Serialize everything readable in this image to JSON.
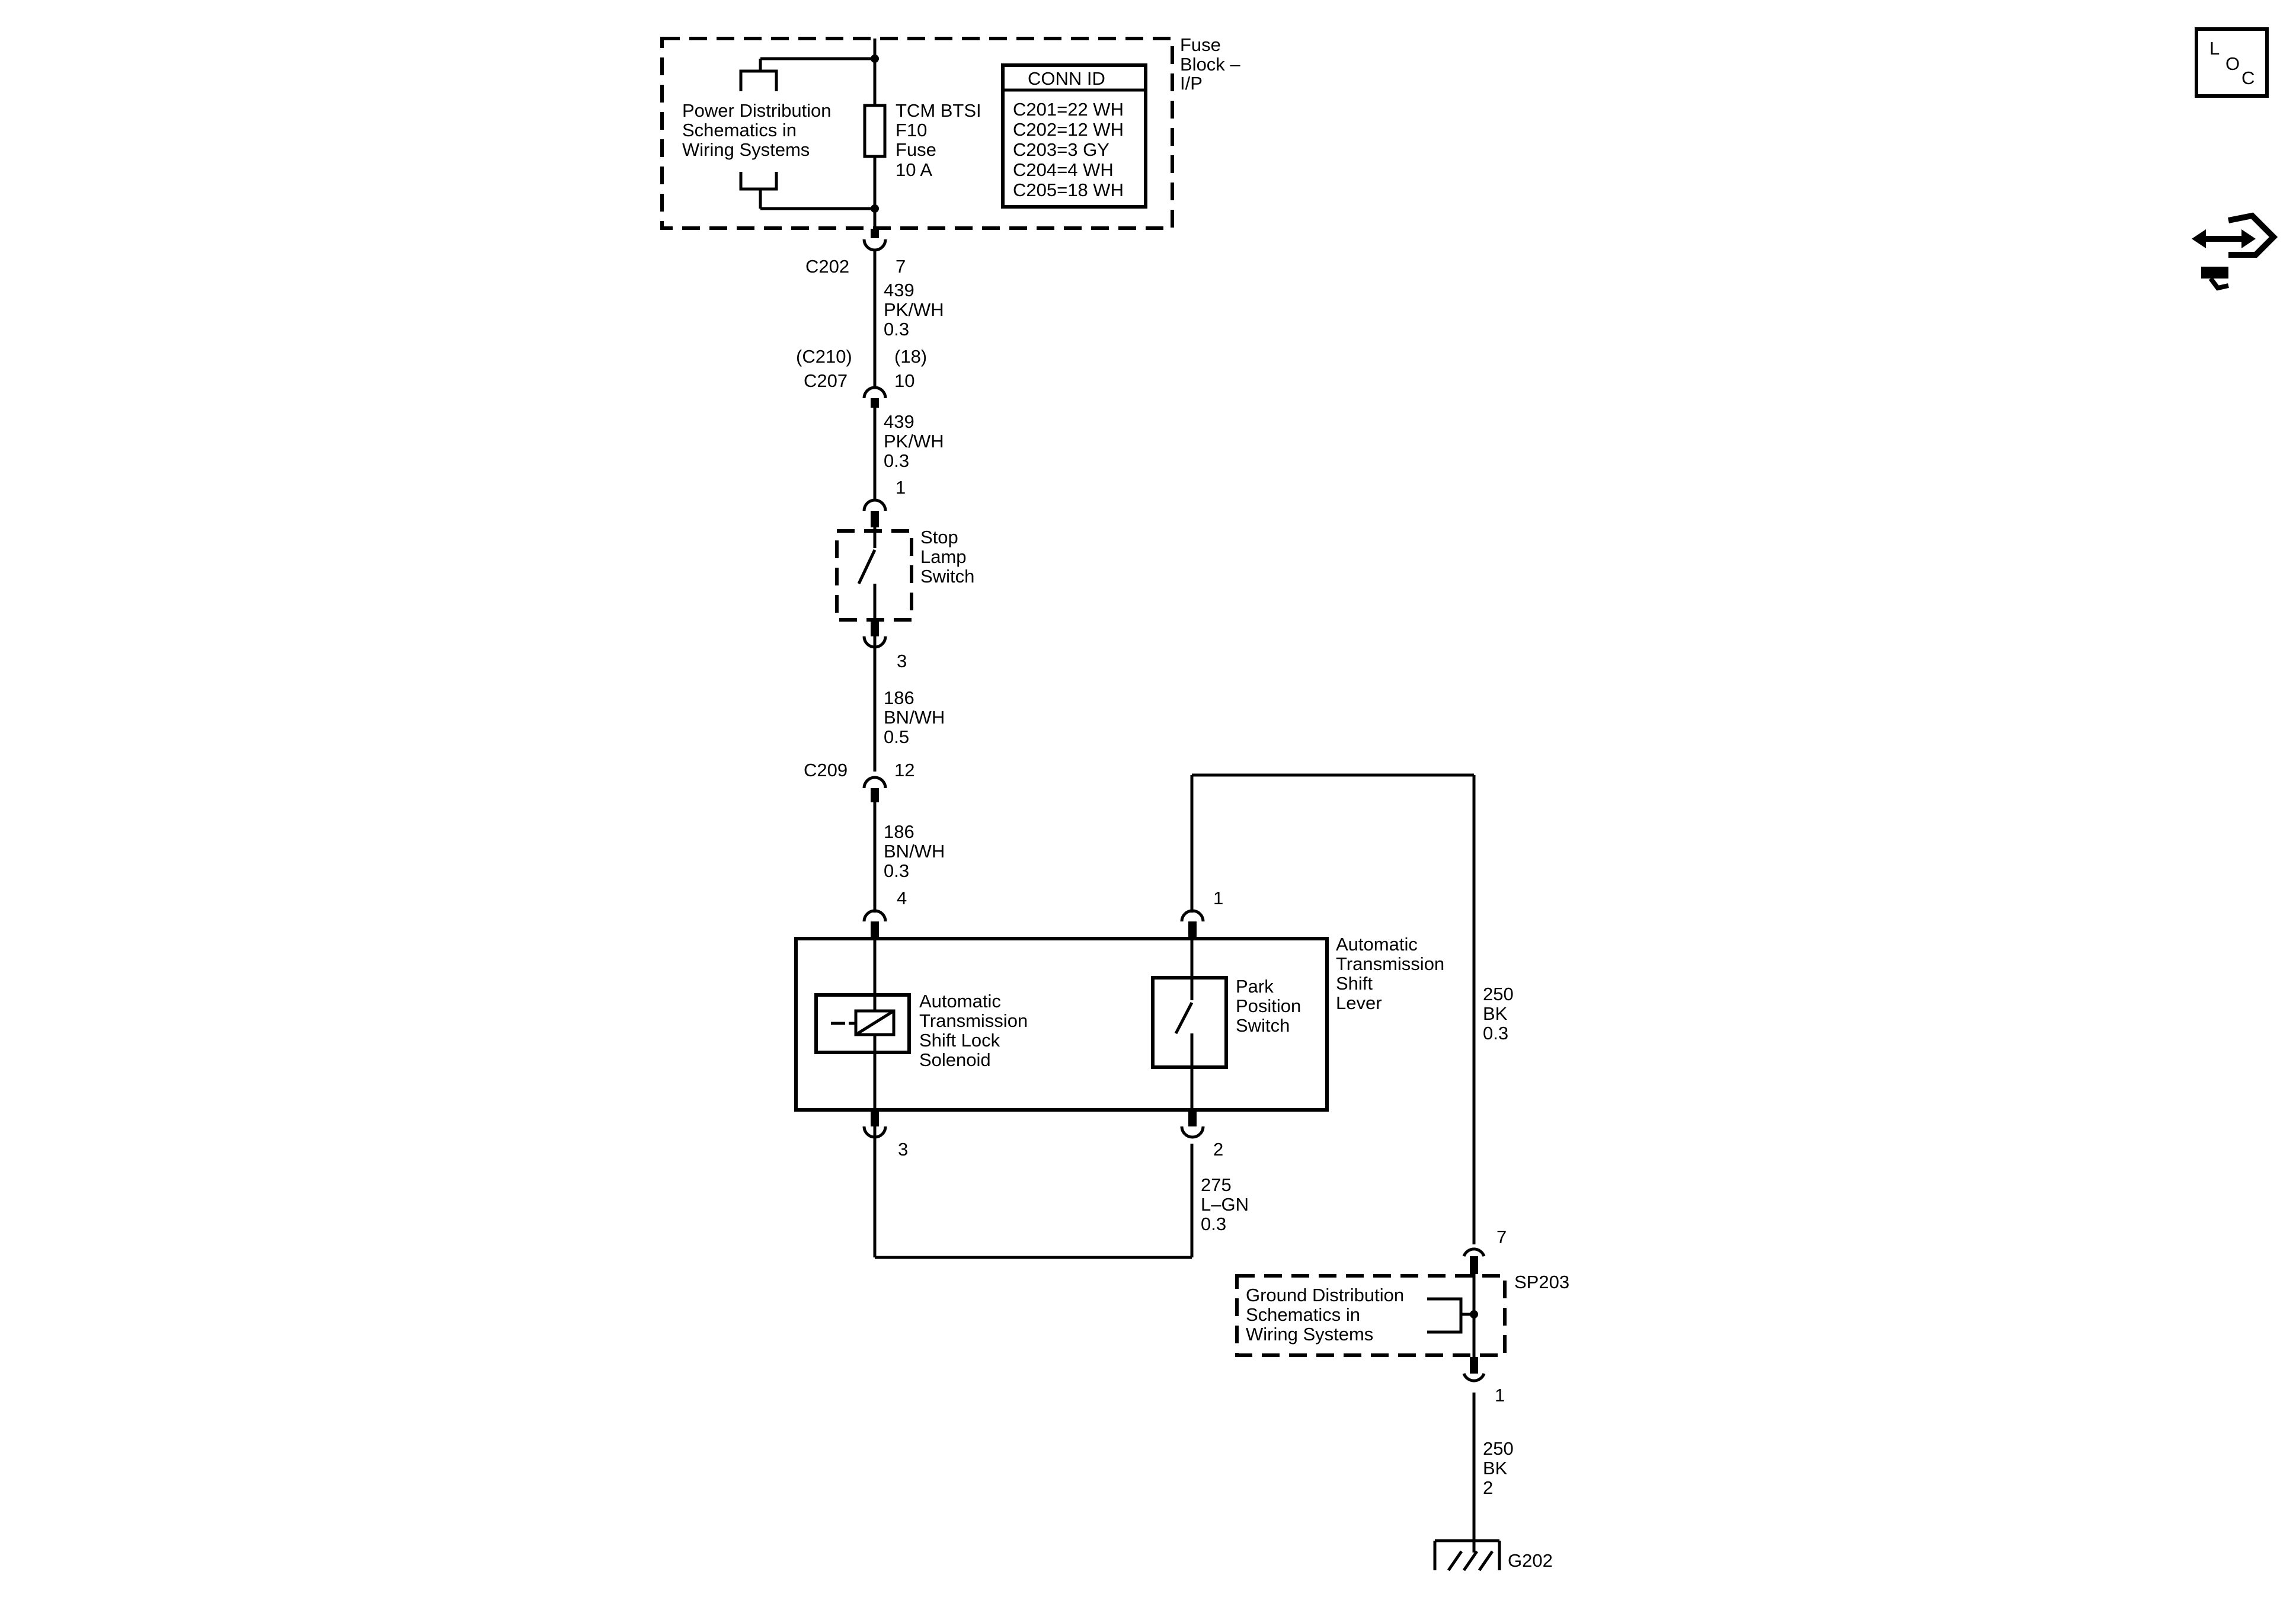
{
  "fuse_block": {
    "label": [
      "Fuse",
      "Block –",
      "I/P"
    ],
    "power_dist_ref": [
      "Power Distribution",
      "Schematics in",
      "Wiring Systems"
    ],
    "fuse_label": [
      "TCM BTSI",
      "F10",
      "Fuse",
      "10 A"
    ],
    "conn_id_title": "CONN ID",
    "conn_ids": [
      "C201=22 WH",
      "C202=12 WH",
      "C203=3 GY",
      "C204=4 WH",
      "C205=18 WH"
    ]
  },
  "connectors": {
    "c202": {
      "name": "C202",
      "pin": "7"
    },
    "c207": {
      "alt_name": "(C210)",
      "alt_pin": "(18)",
      "name": "C207",
      "pin": "10"
    },
    "c209": {
      "name": "C209",
      "pin": "12"
    }
  },
  "wires": {
    "w1": [
      "439",
      "PK/WH",
      "0.3"
    ],
    "w2": [
      "439",
      "PK/WH",
      "0.3"
    ],
    "w3": [
      "186",
      "BN/WH",
      "0.5"
    ],
    "w4": [
      "186",
      "BN/WH",
      "0.3"
    ],
    "w5": [
      "275",
      "L–GN",
      "0.3"
    ],
    "w6": [
      "250",
      "BK",
      "0.3"
    ],
    "w7": [
      "250",
      "BK",
      "2"
    ]
  },
  "stop_lamp_switch": {
    "label": [
      "Stop",
      "Lamp",
      "Switch"
    ],
    "pin_top": "1",
    "pin_bottom": "3"
  },
  "shift_lever": {
    "label": [
      "Automatic",
      "Transmission",
      "Shift",
      "Lever"
    ],
    "solenoid_label": [
      "Automatic",
      "Transmission",
      "Shift Lock",
      "Solenoid"
    ],
    "park_label": [
      "Park",
      "Position",
      "Switch"
    ],
    "pin_solenoid_top": "4",
    "pin_park_top": "1",
    "pin_solenoid_bottom": "3",
    "pin_park_bottom": "2"
  },
  "ground": {
    "splice": "SP203",
    "pin_top": "7",
    "pin_bottom": "1",
    "dist_ref": [
      "Ground Distribution",
      "Schematics in",
      "Wiring Systems"
    ],
    "ground_id": "G202"
  },
  "loc_icon": {
    "letters": [
      "L",
      "O",
      "C"
    ],
    "icon": "loc-icon"
  },
  "nav_icon": "navigation-arrows-icon"
}
